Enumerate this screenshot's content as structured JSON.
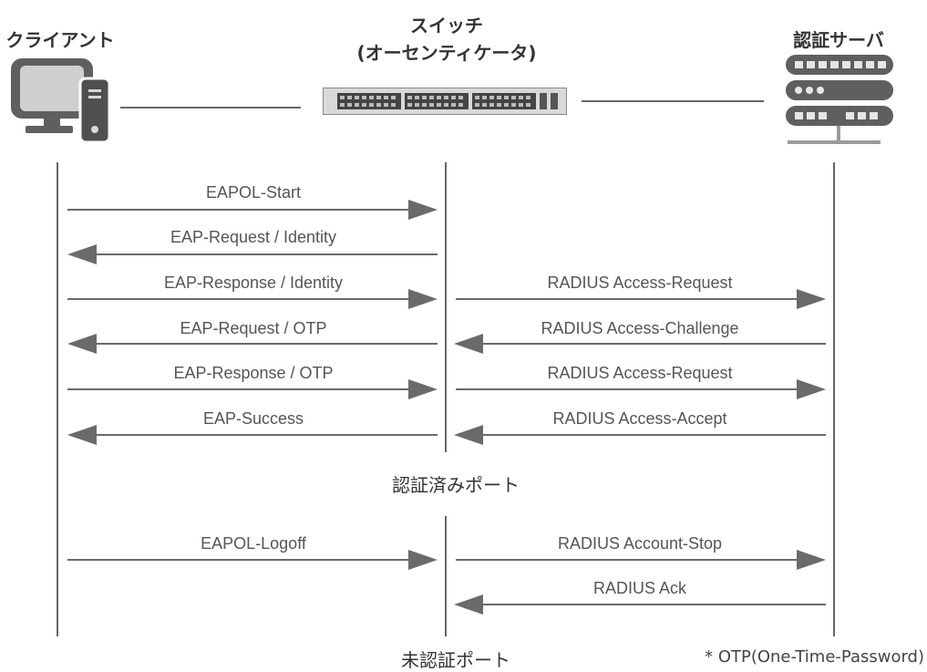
{
  "actors": {
    "client": "クライアント",
    "switch_line1": "スイッチ",
    "switch_line2": "(オーセンティケータ)",
    "server": "認証サーバ"
  },
  "messages": [
    {
      "label": "EAPOL-Start",
      "from": "client",
      "to": "switch"
    },
    {
      "label": "EAP-Request / Identity",
      "from": "switch",
      "to": "client"
    },
    {
      "label": "EAP-Response / Identity",
      "from": "client",
      "to": "switch"
    },
    {
      "label": "RADIUS Access-Request",
      "from": "switch",
      "to": "server"
    },
    {
      "label": "EAP-Request / OTP",
      "from": "switch",
      "to": "client"
    },
    {
      "label": "RADIUS Access-Challenge",
      "from": "server",
      "to": "switch"
    },
    {
      "label": "EAP-Response / OTP",
      "from": "client",
      "to": "switch"
    },
    {
      "label": "RADIUS Access-Request",
      "from": "switch",
      "to": "server"
    },
    {
      "label": "EAP-Success",
      "from": "switch",
      "to": "client"
    },
    {
      "label": "RADIUS Access-Accept",
      "from": "server",
      "to": "switch"
    },
    {
      "label": "EAPOL-Logoff",
      "from": "client",
      "to": "switch"
    },
    {
      "label": "RADIUS Account-Stop",
      "from": "switch",
      "to": "server"
    },
    {
      "label": "RADIUS Ack",
      "from": "server",
      "to": "switch"
    }
  ],
  "port_states": {
    "authorized": "認証済みポート",
    "unauthorized": "未認証ポート"
  },
  "footnote": "* OTP(One-Time-Password)",
  "colors": {
    "line": "#6a6a6a",
    "icon": "#5f5f5f",
    "text": "#333333"
  }
}
